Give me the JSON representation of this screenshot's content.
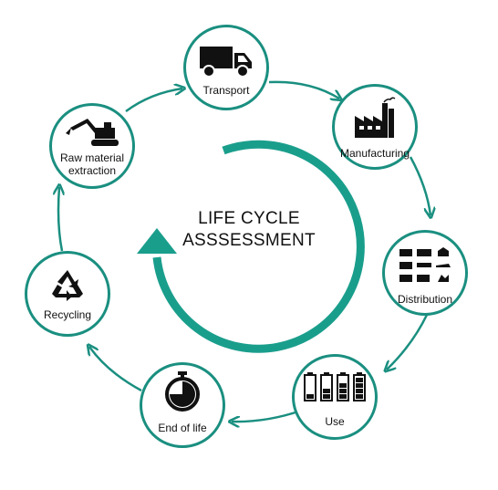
{
  "colors": {
    "accent": "#1a8f80",
    "icon": "#111111"
  },
  "center": {
    "line1": "LIFE CYCLE",
    "line2": "ASSSESSMENT"
  },
  "stages": {
    "transport": {
      "label": "Transport",
      "icon": "truck-icon"
    },
    "manufacturing": {
      "label": "Manufacturing",
      "icon": "factory-icon"
    },
    "distribution": {
      "label": "Distribution",
      "icon": "logistics-grid-icon"
    },
    "use": {
      "label": "Use",
      "icon": "battery-levels-icon"
    },
    "end_of_life": {
      "label": "End of life",
      "icon": "stopwatch-icon"
    },
    "recycling": {
      "label": "Recycling",
      "icon": "recycle-icon"
    },
    "raw_material": {
      "label_line1": "Raw material",
      "label_line2": "extraction",
      "icon": "excavator-icon"
    }
  }
}
